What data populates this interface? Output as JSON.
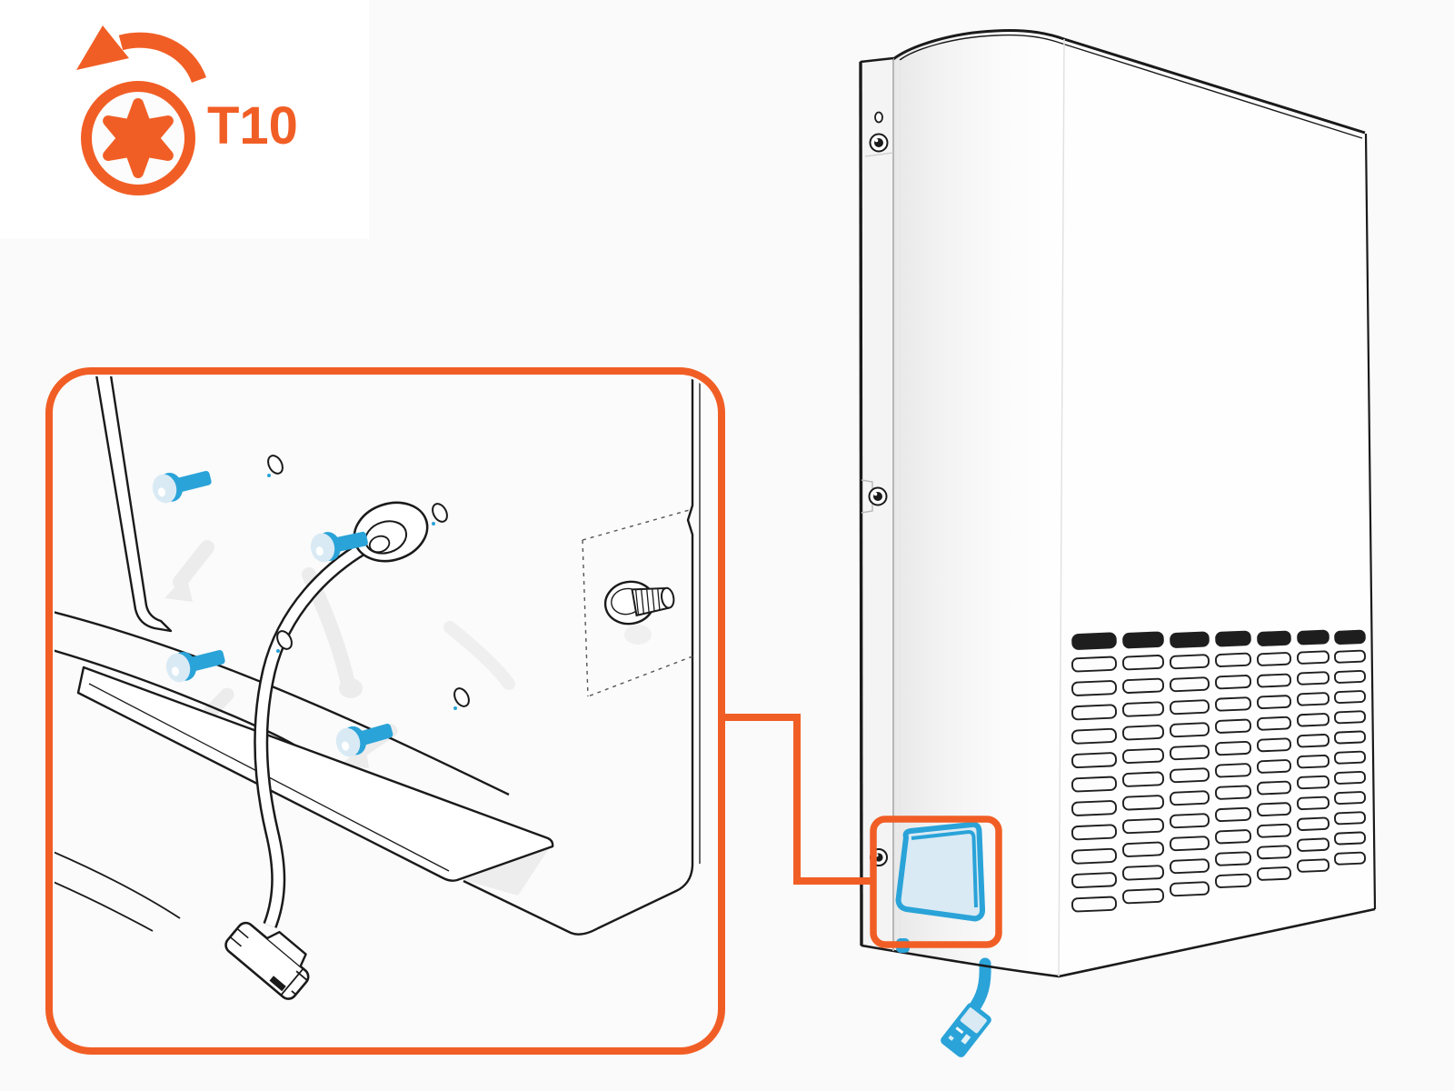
{
  "page": {
    "background_color": "#FAFAFA"
  },
  "tool_badge": {
    "label": "T10",
    "icon": "torx-bit",
    "rotation_direction": "counterclockwise",
    "accent_color": "#F15E25",
    "background_color": "#FFFFFF"
  },
  "palette": {
    "accent_orange": "#F15E25",
    "accent_blue": "#2AA3D8",
    "light_blue": "#D9EAF4",
    "line_dark": "#1A1A1A",
    "ghost_gray": "#ECECEC",
    "panel_white": "#FFFFFF"
  },
  "callout": {
    "style": "zoom-detail-box",
    "torx_screw_count": 4,
    "screw_hole_count": 4,
    "has_cable_grommet": true,
    "has_cable_connector": true,
    "has_ground_stud": true
  },
  "device": {
    "kind": "appliance-side-panel",
    "flange_screw_count": 2,
    "highlighted_part": "cable-cover",
    "cable_color": "#2AA3D8",
    "vents": {
      "columns": 7,
      "rows": 12,
      "dark_row_index": 0
    }
  }
}
